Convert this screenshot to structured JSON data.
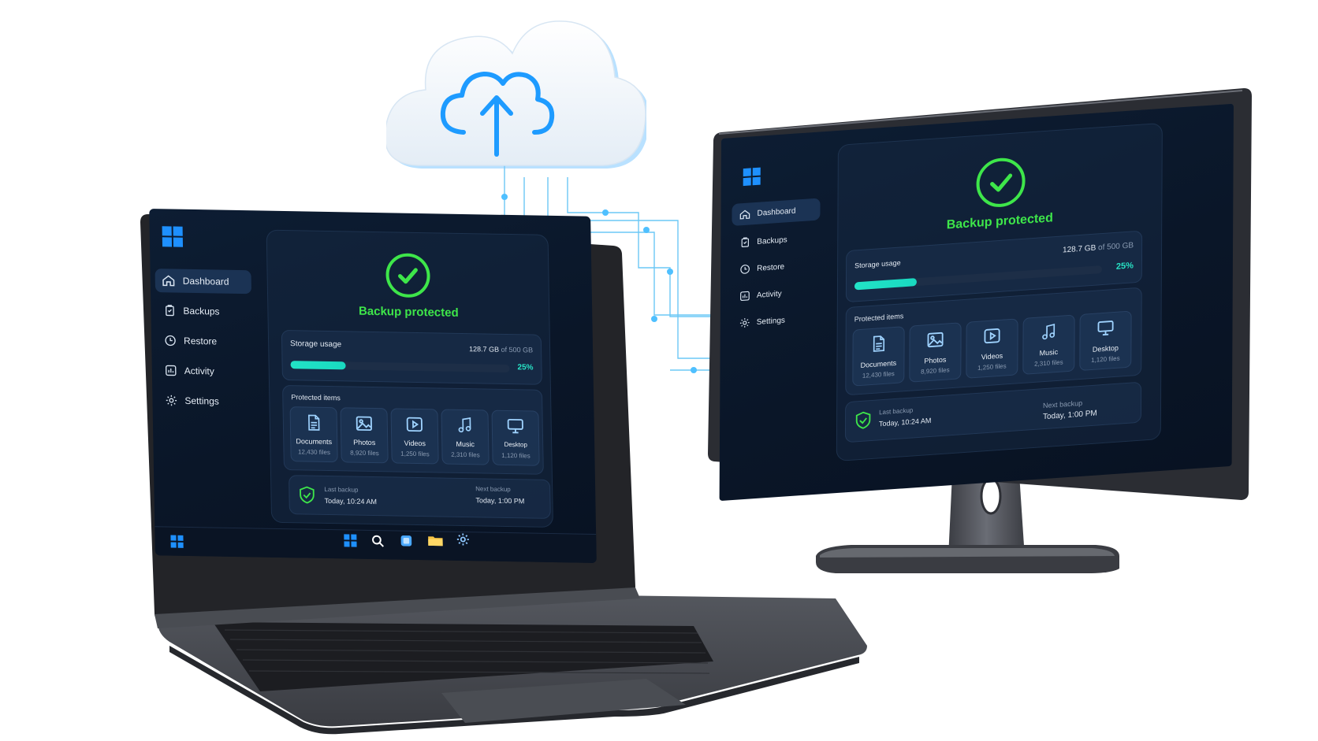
{
  "app": {
    "nav": [
      {
        "label": "Dashboard",
        "icon": "home-icon",
        "active": true
      },
      {
        "label": "Backups",
        "icon": "clipboard-icon",
        "active": false
      },
      {
        "label": "Restore",
        "icon": "clock-icon",
        "active": false
      },
      {
        "label": "Activity",
        "icon": "activity-chart-icon",
        "active": false
      },
      {
        "label": "Settings",
        "icon": "gear-icon",
        "active": false
      }
    ],
    "status": "Backup protected",
    "storage": {
      "label": "Storage usage",
      "used": "128.7 GB",
      "of_text": "of 500 GB",
      "percent_text": "25%",
      "fraction": 0.25
    },
    "protected_items": {
      "label": "Protected items",
      "items": [
        {
          "name": "Documents",
          "count": "12,430 files",
          "icon": "document-icon"
        },
        {
          "name": "Photos",
          "count": "8,920 files",
          "icon": "image-icon"
        },
        {
          "name": "Videos",
          "count": "1,250 files",
          "icon": "video-icon"
        },
        {
          "name": "Music",
          "count": "2,310 files",
          "icon": "music-note-icon"
        },
        {
          "name": "Desktop",
          "count": "1,120 files",
          "icon": "monitor-icon"
        }
      ]
    },
    "last_backup": {
      "label": "Last backup",
      "value": "Today, 10:24 AM"
    },
    "next_backup": {
      "label": "Next backup",
      "value": "Today, 1:00 PM"
    }
  },
  "colors": {
    "accent_green": "#3ee64a",
    "accent_teal": "#22e3c7",
    "screen_bg": "#0a1628",
    "brand_blue": "#1e90ff"
  },
  "taskbar": [
    "windows-start-icon",
    "search-icon",
    "app-window-icon",
    "folder-icon",
    "gear-icon"
  ]
}
